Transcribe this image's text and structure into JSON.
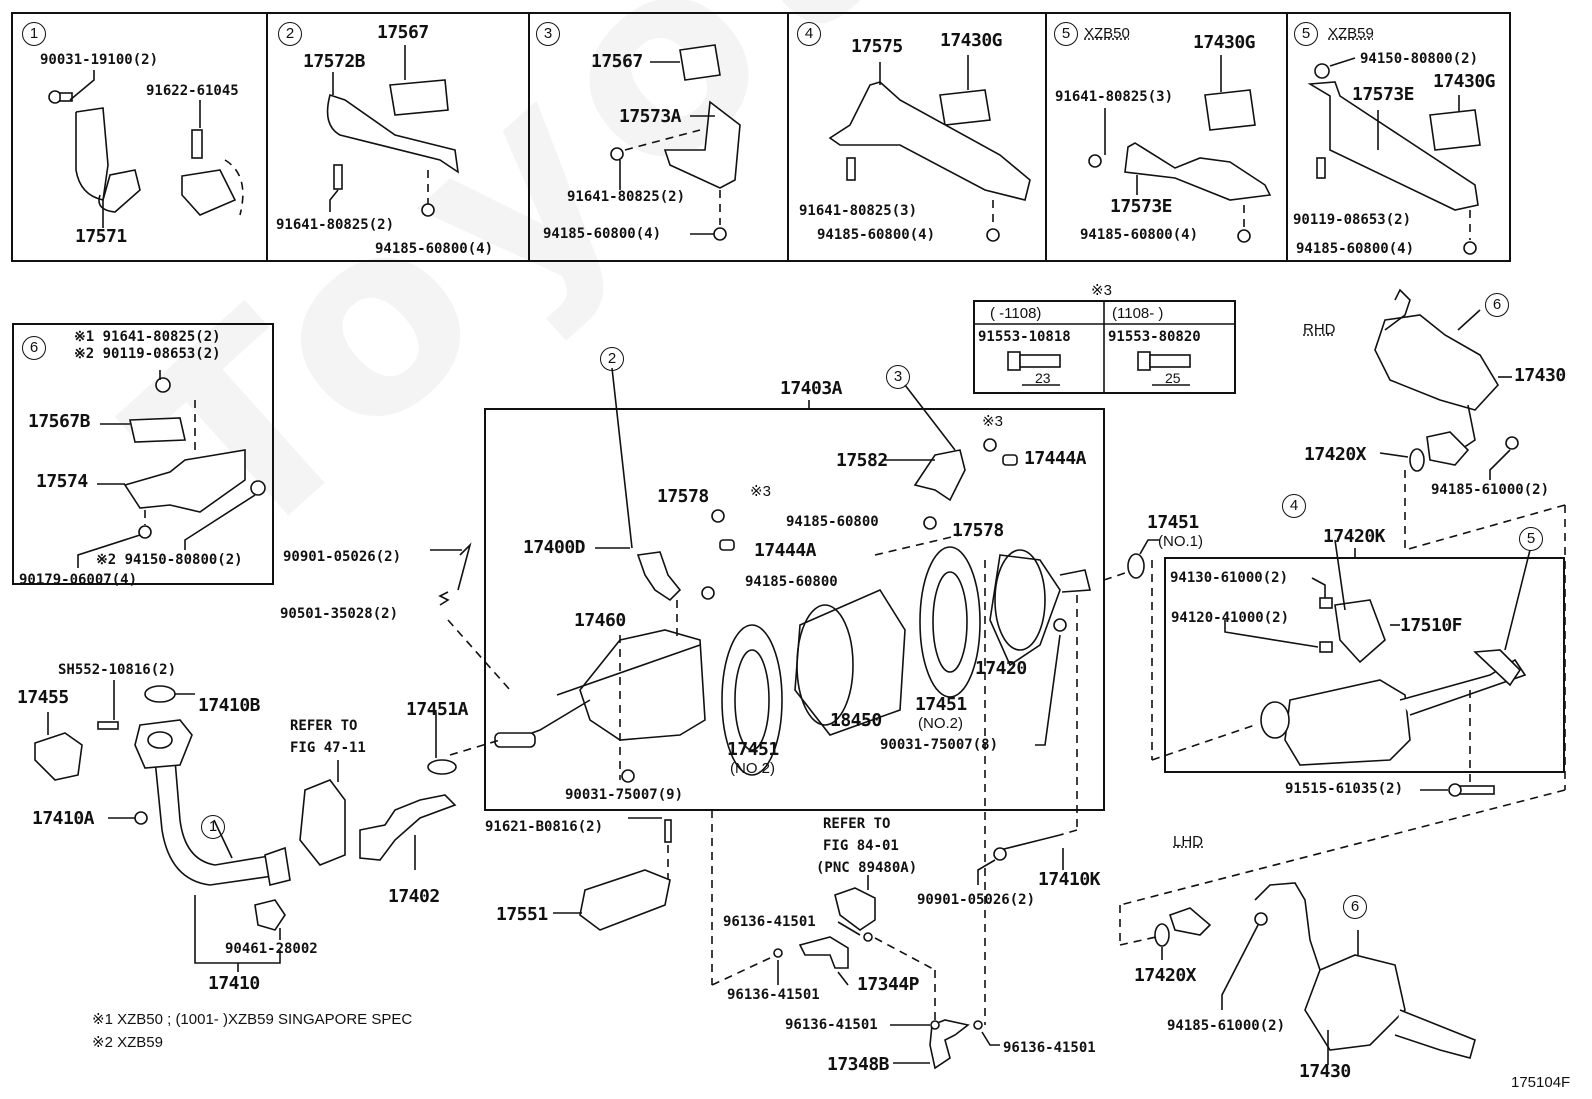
{
  "figure_id": "175104F",
  "watermark": "ToyotaParts",
  "insets": [
    {
      "id": "1",
      "variant": "",
      "labels": [
        "90031-19100(2)",
        "91622-61045",
        "17571"
      ]
    },
    {
      "id": "2",
      "variant": "",
      "labels": [
        "17567",
        "17572B",
        "91641-80825(2)",
        "94185-60800(4)"
      ]
    },
    {
      "id": "3",
      "variant": "",
      "labels": [
        "17567",
        "17573A",
        "91641-80825(2)",
        "94185-60800(4)"
      ]
    },
    {
      "id": "4",
      "variant": "",
      "labels": [
        "17575",
        "17430G",
        "91641-80825(3)",
        "94185-60800(4)"
      ]
    },
    {
      "id": "5",
      "variant": "XZB50",
      "labels": [
        "17430G",
        "91641-80825(3)",
        "17573E",
        "94185-60800(4)"
      ]
    },
    {
      "id": "5",
      "variant": "XZB59",
      "labels": [
        "94150-80800(2)",
        "17430G",
        "17573E",
        "90119-08653(2)",
        "94185-60800(4)"
      ]
    },
    {
      "id": "6",
      "variant": "",
      "labels": [
        "※1 91641-80825(2)",
        "※2 90119-08653(2)",
        "17567B",
        "17574",
        "※2 94150-80800(2)",
        "90179-06007(4)"
      ]
    }
  ],
  "bolt_table": {
    "title": "※3",
    "columns": [
      {
        "range": "(     -1108)",
        "part": "91553-10818",
        "length": "23"
      },
      {
        "range": "(1108-     )",
        "part": "91553-80820",
        "length": "25"
      }
    ]
  },
  "main": {
    "assembly_label": "17403A",
    "sub_assembly_label": "17420K",
    "labels": {
      "l17400D": "17400D",
      "l17578a": "17578",
      "l17578b": "17578",
      "lx3a": "※3",
      "lx3b": "※3",
      "l17444Aa": "17444A",
      "l17444Ab": "17444A",
      "l17582": "17582",
      "l94185a": "94185-60800",
      "l94185b": "94185-60800",
      "l17460": "17460",
      "l17451a": "17451",
      "l17451a_sub": "(NO.2)",
      "l18450": "18450",
      "l17451b": "17451",
      "l17451b_sub": "(NO.2)",
      "l17420": "17420",
      "l90031_8": "90031-75007(8)",
      "l90031_9": "90031-75007(9)",
      "l17451c": "17451",
      "l17451c_sub": "(NO.1)",
      "l90901a": "90901-05026(2)",
      "l90501": "90501-35028(2)",
      "l17451A": "17451A",
      "l17455": "17455",
      "lsh552": "SH552-10816(2)",
      "l17410B": "17410B",
      "l17410A": "17410A",
      "l17410": "17410",
      "l90461": "90461-28002",
      "l17402": "17402",
      "refer1_a": "REFER TO",
      "refer1_b": "FIG 47-11",
      "refer2_a": "REFER TO",
      "refer2_b": "FIG 84-01",
      "refer2_c": "(PNC 89480A)",
      "l91621": "91621-B0816(2)",
      "l17551": "17551",
      "l96136a": "96136-41501",
      "l96136b": "96136-41501",
      "l96136c": "96136-41501",
      "l96136d": "96136-41501",
      "l17344P": "17344P",
      "l17348B": "17348B",
      "l90901b": "90901-05026(2)",
      "l17410K": "17410K",
      "l94130": "94130-61000(2)",
      "l94120": "94120-41000(2)",
      "l17510F": "17510F",
      "l91515": "91515-61035(2)",
      "rhd": "RHD",
      "lhd": "LHD",
      "l17430a": "17430",
      "l17430b": "17430",
      "l17420Xa": "17420X",
      "l17420Xb": "17420X",
      "l94185_61a": "94185-61000(2)",
      "l94185_61b": "94185-61000(2)"
    },
    "callouts": {
      "c2": "2",
      "c3": "3",
      "c1": "1",
      "c4": "4",
      "c5": "5",
      "c6a": "6",
      "c6b": "6"
    }
  },
  "footnotes": [
    "※1 XZB50 ; (1001-      )XZB59 SINGAPORE SPEC",
    "※2 XZB59"
  ]
}
